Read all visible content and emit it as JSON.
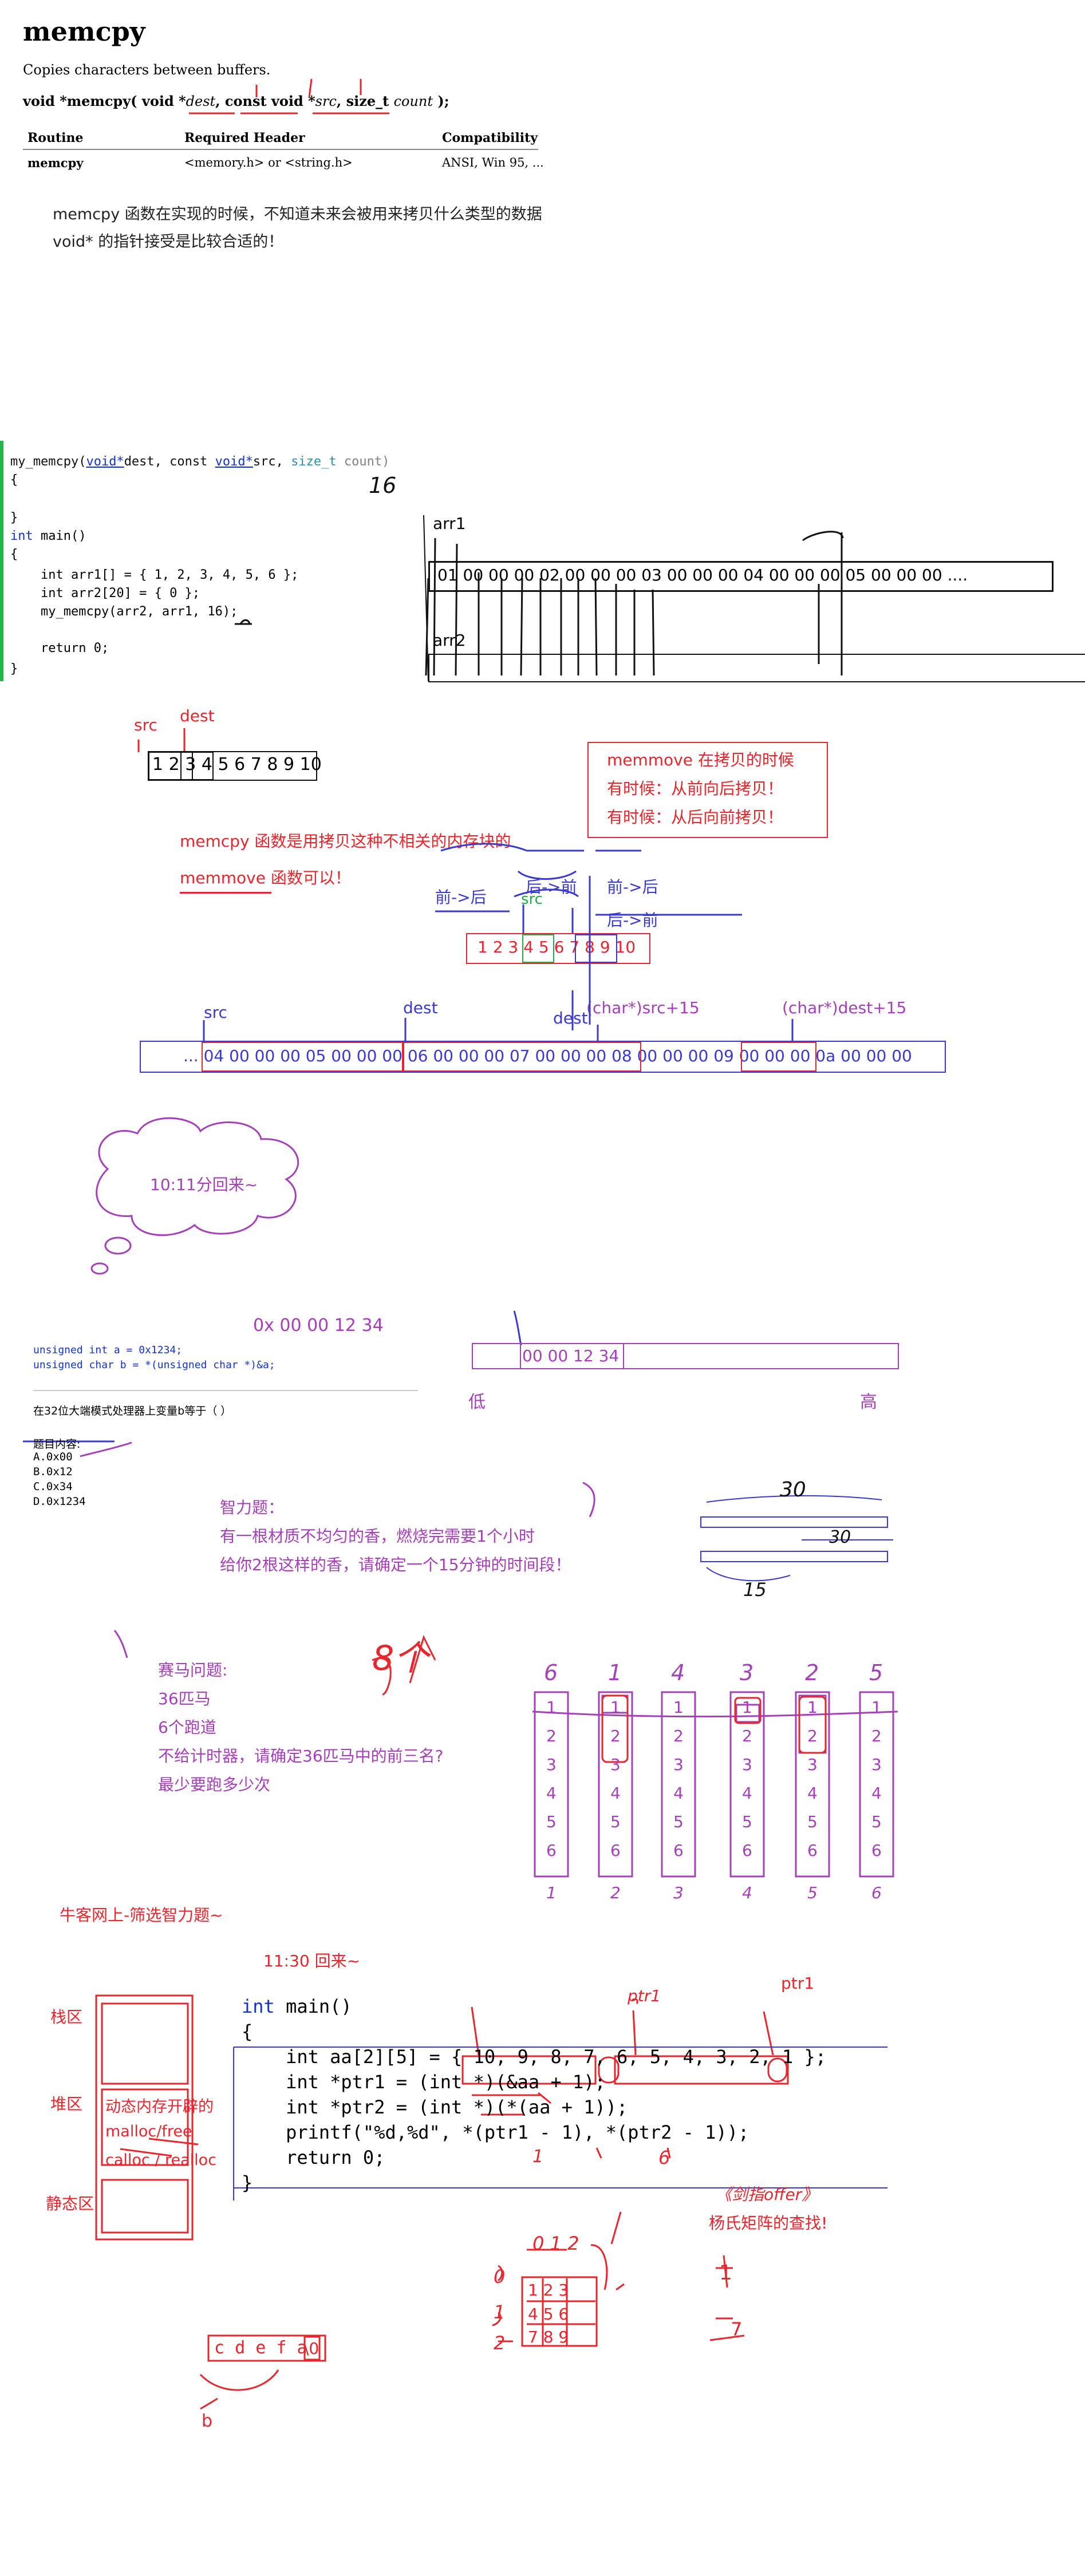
{
  "doc": {
    "title": "memcpy",
    "desc": "Copies characters between buffers.",
    "sig_parts": [
      "void *memcpy( void *",
      "dest",
      ", const void *",
      "src",
      ", size_t ",
      "count",
      " );"
    ],
    "table_headers": [
      "Routine",
      "Required Header",
      "Compatibility"
    ],
    "table_row": [
      "memcpy",
      "<memory.h> or <string.h>",
      "ANSI, Win 95, ..."
    ]
  },
  "note1": [
    "memcpy 函数在实现的时候，不知道未来会被用来拷贝什么类型的数据",
    "void* 的指针接受是比较合适的！"
  ],
  "code1": {
    "func_parts": [
      "my_memcpy(",
      "void*",
      "dest, const ",
      "void*",
      "src, ",
      "size_t",
      " count)"
    ],
    "lines": [
      "{",
      "",
      "}",
      "int main()",
      "{",
      "    int arr1[] = { 1, 2, 3, 4, 5, 6 };",
      "    int arr2[20] = { 0 };",
      "    my_memcpy(arr2, arr1, 16);",
      "",
      "    return 0;",
      "}"
    ]
  },
  "arr": {
    "arr1_label": "arr1",
    "arr1_bytes": "01 00 00 00 02 00 00 00 03 00 00 00 04 00 00 00 05 00 00 00 ....",
    "arr2_label": "arr2",
    "handwritten_16": "16"
  },
  "ov": {
    "src": "src",
    "dest": "dest",
    "digits": "1 2 3 4 5 6 7 8 9 10",
    "memmove_note": [
      "memmove 在拷贝的时候",
      "有时候：从前向后拷贝！",
      "有时候：从后向前拷贝！"
    ],
    "memcpy_note": "memcpy 函数是用拷贝这种不相关的内存块的",
    "memmove_ok": "memmove 函数可以！",
    "dir_front_back": "前->后",
    "dir_back_front": "后->前",
    "dir_front_back2": "前->后",
    "dir_back_front2": "后->前",
    "src_green": "src",
    "digits2": "1 2 3 4 5 6 7 8 9 10"
  },
  "mem": {
    "src": "src",
    "dest": "dest",
    "dest2": "dest",
    "src15": "(char*)src+15",
    "dest15": "(char*)dest+15",
    "bytes": "... 04 00 00 00 05 00 00 00 06 00 00 00 07 00 00 00 08 00 00 00 09 00 00 00 0a 00 00 00"
  },
  "cloud": "10:11分回来~",
  "endian": {
    "code": [
      "unsigned int a = 0x1234;",
      "unsigned char b = *(unsigned char *)&a;"
    ],
    "question": "在32位大端模式处理器上变量b等于（ ）",
    "title": "题目内容:",
    "options": [
      "A.0x00",
      "B.0x12",
      "C.0x34",
      "D.0x1234"
    ],
    "hex": "0x 00 00 12 34",
    "bytes": "00 00 12 34",
    "low": "低",
    "high": "高"
  },
  "puzzle1": {
    "lines": [
      "智力题：",
      "有一根材质不均匀的香，燃烧完需要1个小时",
      "给你2根这样的香，请确定一个15分钟的时间段！"
    ],
    "n30": "30",
    "n30b": "30",
    "n15": "15"
  },
  "puzzle2": {
    "lines": [
      "赛马问题:",
      "36匹马",
      "6个跑道",
      "不给计时器，请确定36匹马中的前三名?",
      "最少要跑多少次"
    ],
    "answer": "8个",
    "col_tops": [
      "6",
      "1",
      "4",
      "3",
      "2",
      "5"
    ],
    "col_bottoms": [
      "1",
      "2",
      "3",
      "4",
      "5",
      "6"
    ],
    "col_values": [
      "1",
      "2",
      "3",
      "4",
      "5",
      "6"
    ]
  },
  "nowcoder": "牛客网上-筛选智力题~",
  "back1130": "11:30 回来~",
  "memory": {
    "stack": "栈区",
    "heap": "堆区",
    "static": "静态区",
    "heap_lines": [
      "动态内存开辟的",
      "malloc/free",
      "calloc / realloc"
    ]
  },
  "code2": {
    "lines": [
      "int main()",
      "{",
      "    int aa[2][5] = { 10, 9, 8, 7, 6, 5, 4, 3, 2, 1 };",
      "    int *ptr1 = (int *)(&aa + 1);",
      "    int *ptr2 = (int *)(*(aa + 1));",
      "    printf(\"%d,%d\", *(ptr1 - 1), *(ptr2 - 1));",
      "    return 0;",
      "}"
    ],
    "ptr1": "ptr1",
    "ptr1b": "ptr1",
    "out1": "1",
    "out2": "6"
  },
  "offer": [
    "《剑指offer》",
    "杨氏矩阵的查找!"
  ],
  "matrix": {
    "cols": [
      "0",
      "1",
      "2"
    ],
    "rows": [
      "0",
      "1",
      "2"
    ],
    "r0": "1 2 3",
    "r1": "4 5 6",
    "r2": "7 8 9",
    "n1": "1",
    "n7": "7"
  },
  "str": {
    "chars": "c d e f a",
    "end": "\\0",
    "b": "b"
  },
  "colors": {
    "red": "#e8262d",
    "blue": "#3a3ad0",
    "purple": "#a540b8",
    "green": "#27a84b"
  }
}
